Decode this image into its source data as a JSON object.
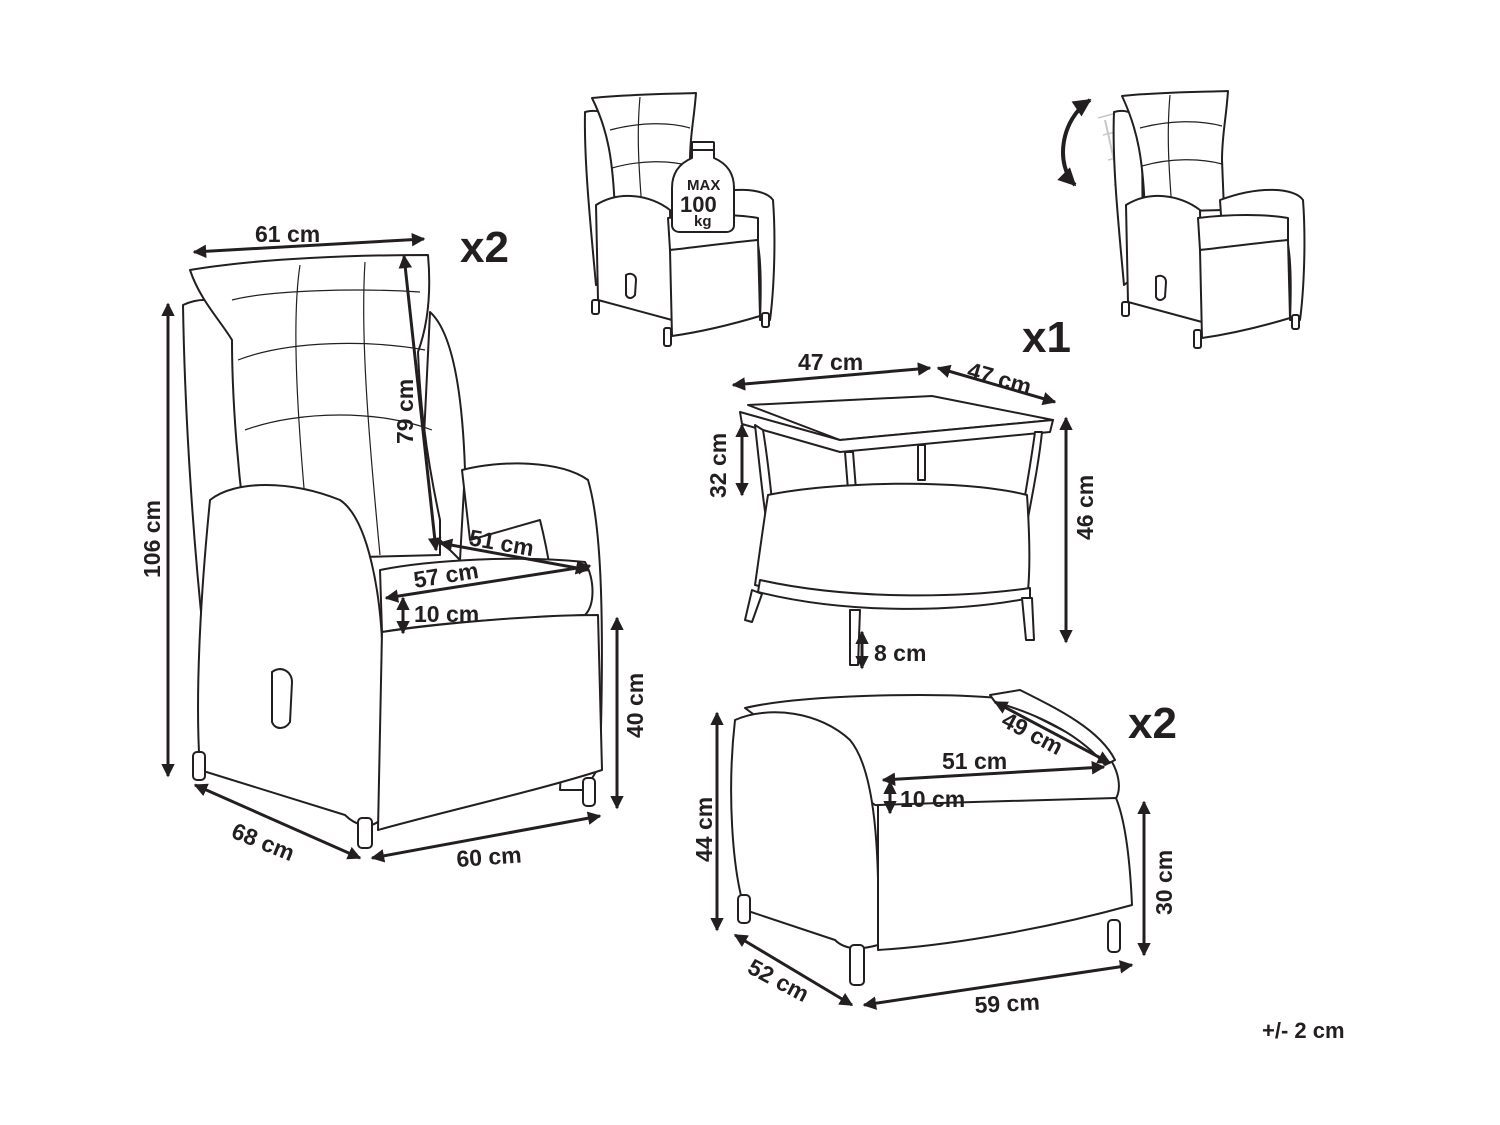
{
  "chair": {
    "quantity": "x2",
    "width": "61 cm",
    "height": "106 cm",
    "backrest_height": "79 cm",
    "seat_depth": "51 cm",
    "seat_width": "57 cm",
    "cushion_thickness": "10 cm",
    "seat_height": "40 cm",
    "depth": "68 cm",
    "front_width": "60 cm"
  },
  "load_badge": {
    "label_max": "MAX",
    "value": "100",
    "unit": "kg"
  },
  "side_table": {
    "quantity": "x1",
    "width": "47 cm",
    "depth": "47 cm",
    "leg_clearance_top": "32 cm",
    "height": "46 cm",
    "foot_clearance": "8 cm"
  },
  "ottoman": {
    "quantity": "x2",
    "top_depth": "49 cm",
    "top_width": "51 cm",
    "cushion_thickness": "10 cm",
    "height": "44 cm",
    "frame_height": "30 cm",
    "depth": "52 cm",
    "width": "59 cm"
  },
  "tolerance": "+/- 2 cm",
  "colors": {
    "line": "#231f20",
    "fill": "#ffffff",
    "weave": "#7a7a7a"
  }
}
